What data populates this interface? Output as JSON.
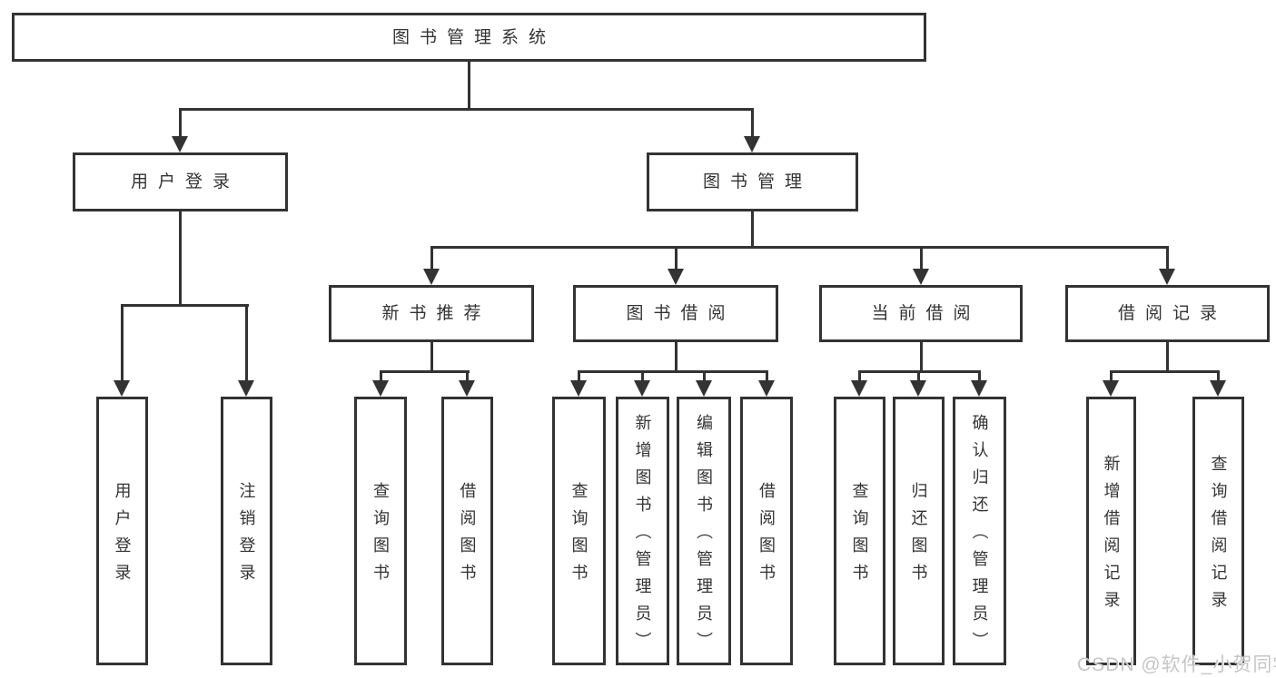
{
  "diagram": {
    "root": {
      "label": "图书管理系统"
    },
    "level2": [
      {
        "label": "用户登录"
      },
      {
        "label": "图书管理"
      }
    ],
    "level3": [
      {
        "label": "新书推荐"
      },
      {
        "label": "图书借阅"
      },
      {
        "label": "当前借阅"
      },
      {
        "label": "借阅记录"
      }
    ],
    "leaves": {
      "user_login": [
        {
          "label": "用户登录"
        },
        {
          "label": "注销登录"
        }
      ],
      "new_book_recommend": [
        {
          "label": "查询图书"
        },
        {
          "label": "借阅图书"
        }
      ],
      "book_borrow": [
        {
          "label": "查询图书"
        },
        {
          "label": "新增图书（管理员）"
        },
        {
          "label": "编辑图书（管理员）"
        },
        {
          "label": "借阅图书"
        }
      ],
      "current_borrow": [
        {
          "label": "查询图书"
        },
        {
          "label": "归还图书"
        },
        {
          "label": "确认归还（管理员）"
        }
      ],
      "borrow_records": [
        {
          "label": "新增借阅记录"
        },
        {
          "label": "查询借阅记录"
        }
      ]
    },
    "colors": {
      "border": "#333333",
      "connector": "#333333",
      "text": "#333333",
      "background": "#ffffff",
      "watermark_text": "#c6c6c6"
    },
    "watermark": {
      "text": "CSDN @软件_小贺同学"
    }
  }
}
